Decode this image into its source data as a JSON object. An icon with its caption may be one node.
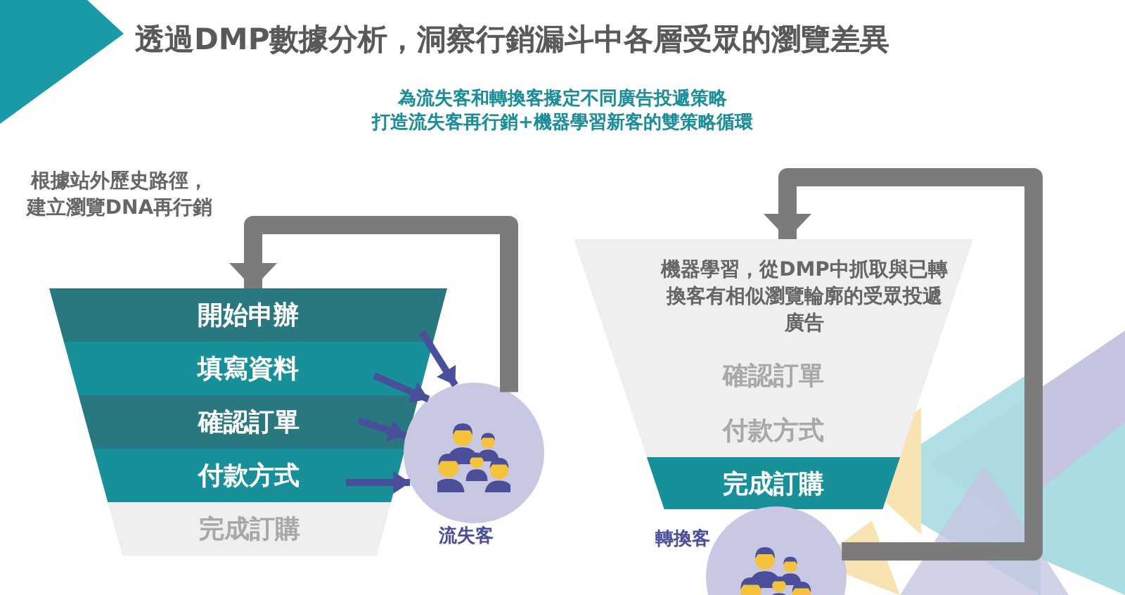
{
  "diagram": {
    "title": "透過DMP數據分析，洞察行銷漏斗中各層受眾的瀏覽差異",
    "nodes": [
      {
        "text": [
          "開始申辦"
        ]
      },
      {
        "text": [
          "填寫資料"
        ]
      },
      {
        "text": [
          "確認訂單"
        ]
      },
      {
        "text": [
          "付款方式"
        ]
      },
      {
        "text": [
          "完成訂購"
        ]
      },
      {
        "text": [
          "流失客"
        ]
      },
      {
        "text": [],
        "shape": "band"
      },
      {
        "text": [
          "確認訂單"
        ]
      },
      {
        "text": [
          "付款方式"
        ]
      },
      {
        "text": [
          "完成訂購"
        ]
      },
      {
        "text": [
          "轉換客"
        ]
      }
    ],
    "edges": [
      {
        "from": 0,
        "to": 5,
        "arrow": "to"
      },
      {
        "from": 1,
        "to": 5,
        "arrow": "to"
      },
      {
        "from": 2,
        "to": 5,
        "arrow": "to"
      },
      {
        "from": 3,
        "to": 5,
        "arrow": "to"
      },
      {
        "from": 5,
        "to": 0,
        "arrow": "to",
        "style": "thick",
        "color": "#7b7b7b"
      },
      {
        "from": 10,
        "to": 6,
        "arrow": "to",
        "style": "thick",
        "color": "#7b7b7b"
      }
    ],
    "labels": [
      "為流失客和轉換客擬定不同廣告投遞策略",
      "打造流失客再行銷+機器學習新客的雙策略循環",
      "根據站外歷史路徑，建立瀏覽DNA再行銷",
      "機器學習，從DMP中抓取與已轉換客有相似瀏覽輪廓的受眾投遞廣告"
    ]
  }
}
